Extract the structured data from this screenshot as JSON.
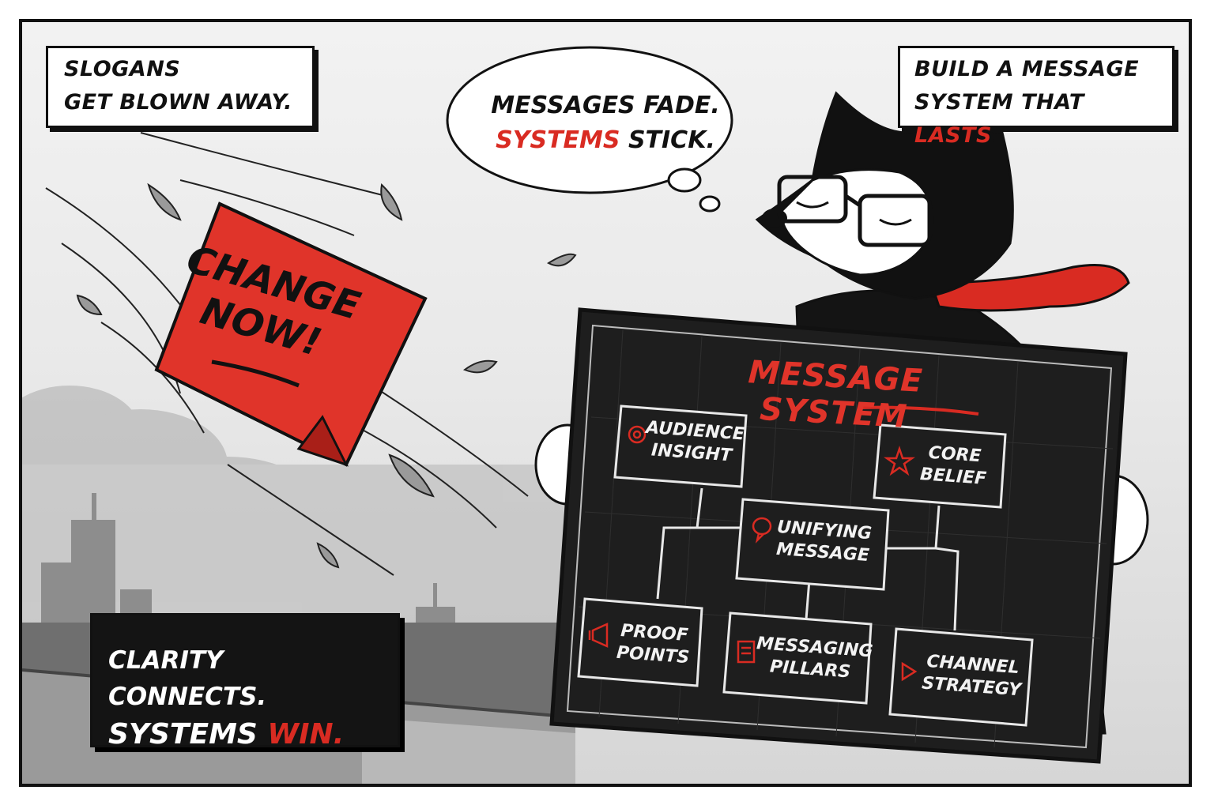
{
  "captions": {
    "top_left": {
      "line1": "SLOGANS",
      "line2": "GET BLOWN AWAY."
    },
    "top_right": {
      "line1": "BUILD A MESSAGE",
      "line2_prefix": "SYSTEM THAT ",
      "line2_highlight": "LASTS",
      "line2_suffix": "."
    },
    "bottom_left": {
      "line1": "CLARITY CONNECTS.",
      "line2_prefix": "SYSTEMS ",
      "line2_highlight": "WIN."
    }
  },
  "thought_bubble": {
    "line1": "MESSAGES FADE.",
    "line2_highlight": "SYSTEMS",
    "line2_suffix": " STICK."
  },
  "sticky_note": {
    "line1": "CHANGE",
    "line2": "NOW!"
  },
  "board": {
    "title": "MESSAGE SYSTEM",
    "nodes": {
      "audience": {
        "line1": "AUDIENCE",
        "line2": "INSIGHT",
        "icon": "target-icon"
      },
      "core": {
        "line1": "CORE",
        "line2": "BELIEF",
        "icon": "star-icon"
      },
      "unifying": {
        "line1": "UNIFYING",
        "line2": "MESSAGE",
        "icon": "speech-bubble-icon"
      },
      "proof": {
        "line1": "PROOF",
        "line2": "POINTS",
        "icon": "megaphone-icon"
      },
      "pillars": {
        "line1": "MESSAGING",
        "line2": "PILLARS",
        "icon": "clipboard-icon"
      },
      "channel": {
        "line1": "CHANNEL",
        "line2": "STRATEGY",
        "icon": "play-icon"
      }
    }
  },
  "colors": {
    "accent": "#d92b22",
    "ink": "#111111",
    "board": "#1e1e1e",
    "paper": "#ffffff"
  }
}
